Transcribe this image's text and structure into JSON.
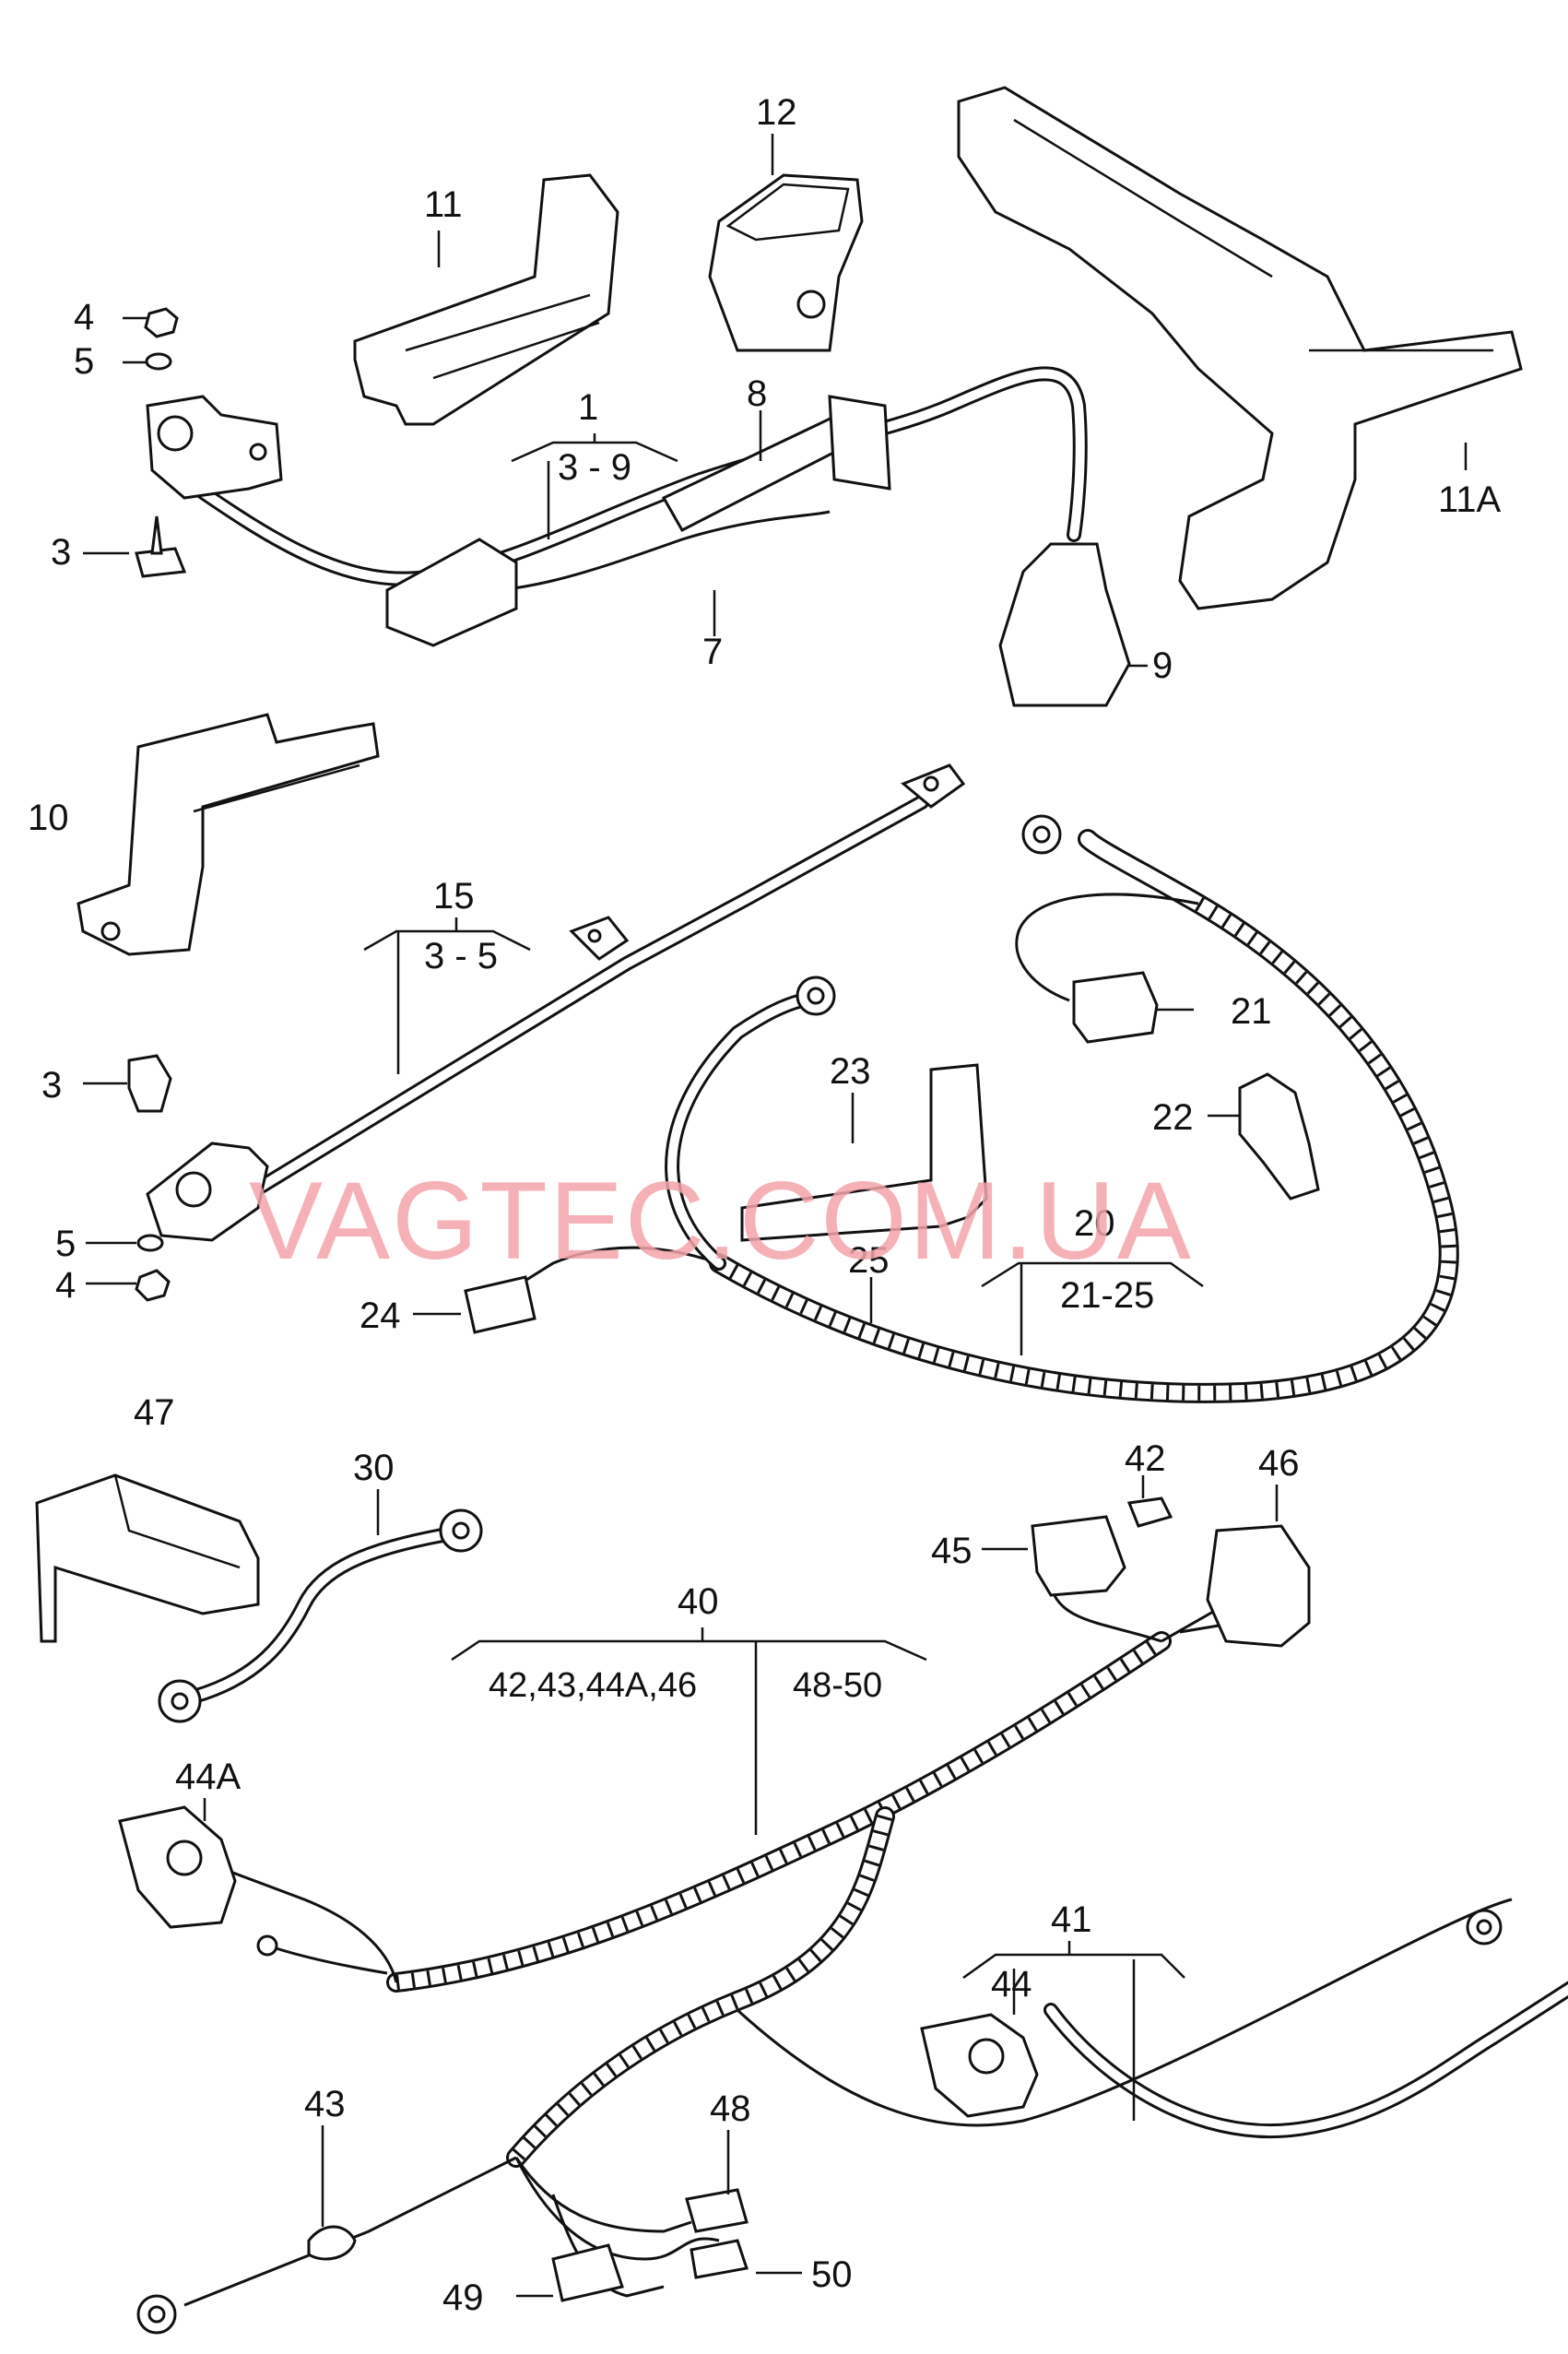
{
  "labels": {
    "p1": "1",
    "p1_range": "3 - 9",
    "p3a": "3",
    "p4a": "4",
    "p5a": "5",
    "p7": "7",
    "p8": "8",
    "p9": "9",
    "p10": "10",
    "p11": "11",
    "p11a": "11A",
    "p12": "12",
    "p15": "15",
    "p15_range": "3 - 5",
    "p3b": "3",
    "p4b": "4",
    "p5b": "5",
    "p20": "20",
    "p20_range": "21-25",
    "p21": "21",
    "p22": "22",
    "p23": "23",
    "p24": "24",
    "p25": "25",
    "p30": "30",
    "p40": "40",
    "p40_range_a": "42,43,44A,46",
    "p40_range_b": "48-50",
    "p41": "41",
    "p42": "42",
    "p43": "43",
    "p44": "44",
    "p44a": "44A",
    "p45": "45",
    "p46": "46",
    "p47": "47",
    "p48": "48",
    "p49": "49",
    "p50": "50"
  },
  "watermark": "VAGTEC.COM.UA"
}
